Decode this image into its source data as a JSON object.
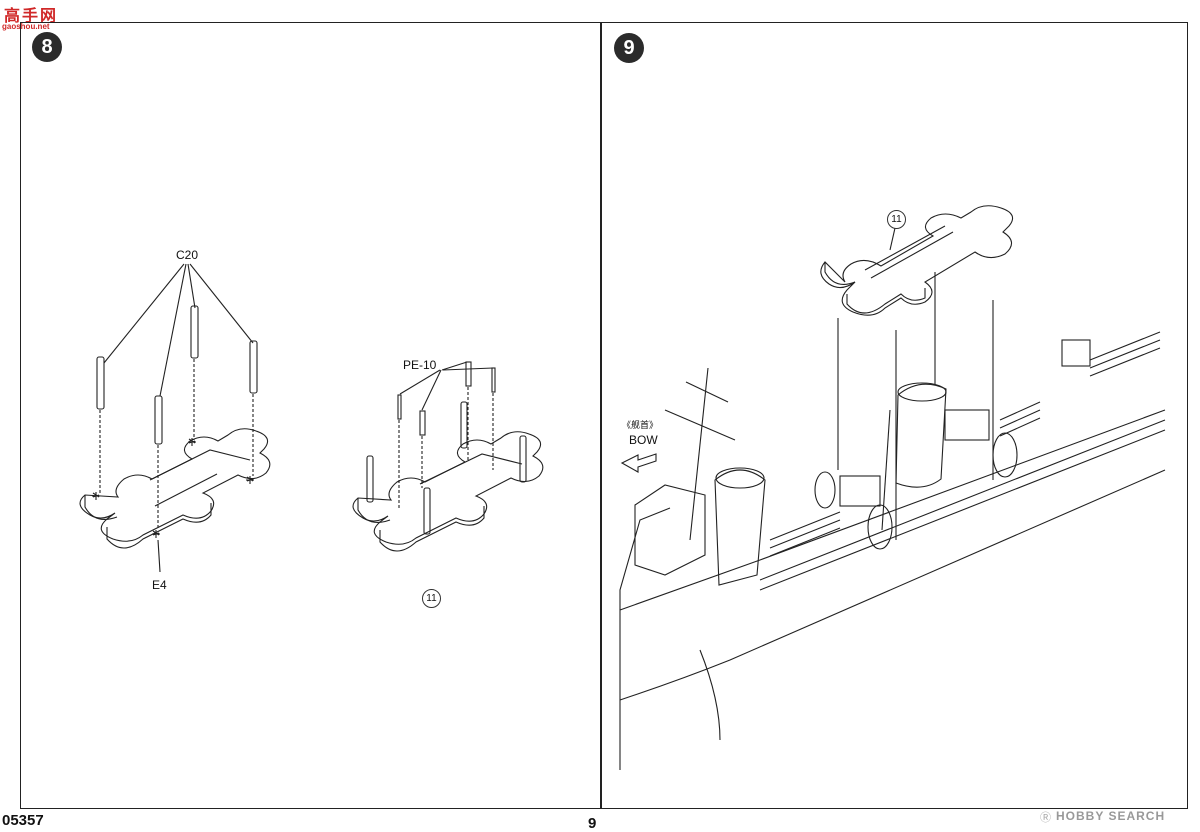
{
  "watermark_top": {
    "logo": "高手网",
    "sub": "gaoshou.net"
  },
  "watermark_bottom": {
    "mark": "Ⓡ",
    "text": "HOBBY SEARCH"
  },
  "step8": {
    "number": "8",
    "label_c20": "C20",
    "label_e4": "E4",
    "label_pe10": "PE-10",
    "result_label": "11"
  },
  "step9": {
    "number": "9",
    "part_label": "11",
    "bow_cn": "《舰首》",
    "bow_en": "BOW"
  },
  "footer": {
    "code": "05357",
    "page": "9"
  }
}
